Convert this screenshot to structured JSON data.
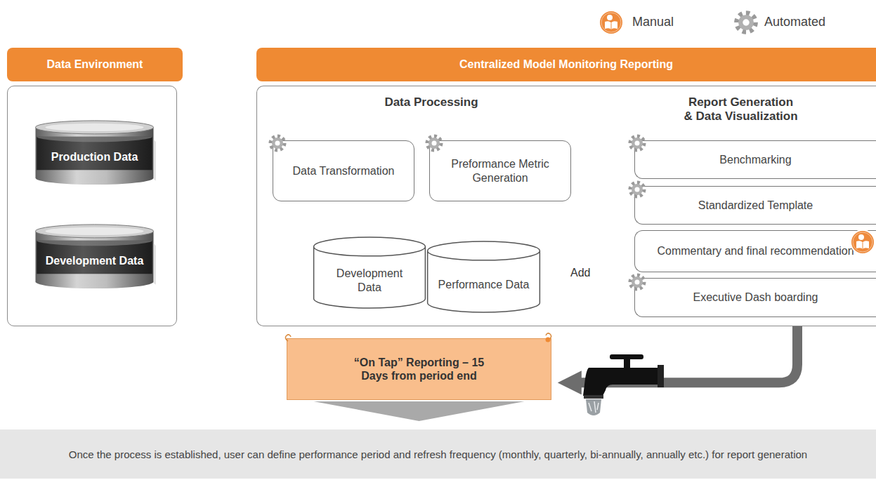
{
  "diagram": {
    "nodes": [
      {
        "text": [
          "Data Environment"
        ]
      },
      {
        "text": [
          "Production Data"
        ],
        "in": 0
      },
      {
        "text": [
          "Development Data"
        ],
        "in": 0
      },
      {
        "text": [
          "Centralized Model Monitoring Reporting"
        ]
      },
      {
        "text": [
          "Data Processing"
        ],
        "in": 3
      },
      {
        "text": [
          "Data Transformation"
        ],
        "in": 4
      },
      {
        "text": [
          "Preformance Metric Generation"
        ],
        "in": 4
      },
      {
        "text": [
          "Development Data"
        ],
        "in": 4
      },
      {
        "text": [
          "Performance Data"
        ],
        "in": 4
      },
      {
        "text": [
          "Report Generation & Data Visualization"
        ],
        "in": 3
      },
      {
        "text": [
          "Benchmarking"
        ],
        "in": 9
      },
      {
        "text": [
          "Standardized Template"
        ],
        "in": 9
      },
      {
        "text": [
          "Commentary and final recommendation"
        ],
        "in": 9
      },
      {
        "text": [
          "Executive Dash boarding"
        ],
        "in": 9
      },
      {
        "text": [
          "“On Tap” Reporting – 15 Days from period end"
        ]
      },
      {
        "text": [
          "Once the process is established, user can define performance period and refresh frequency (monthly, quarterly, bi-annually, annually etc.) for report generation"
        ]
      }
    ],
    "edges": [
      {
        "from": 3,
        "to": 14,
        "arrow": "to"
      },
      {
        "from": 14,
        "to": 15,
        "arrow": "to"
      }
    ],
    "labels": [
      "Add"
    ],
    "legend": [
      {
        "text": "Manual"
      },
      {
        "text": "Automated"
      }
    ]
  }
}
